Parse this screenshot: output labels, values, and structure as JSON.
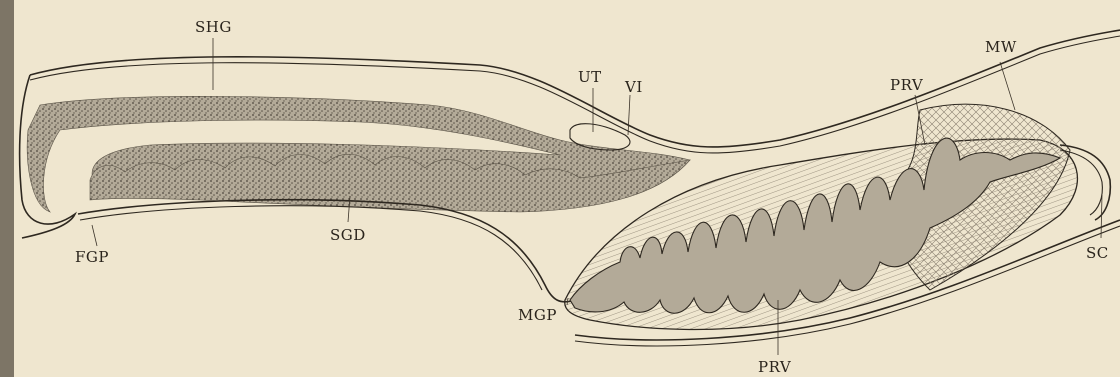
{
  "figure": {
    "labels": {
      "shg": "SHG",
      "ut": "UT",
      "vi": "VI",
      "mw": "MW",
      "prv_top": "PRV",
      "prv_bottom": "PRV",
      "sgd": "SGD",
      "fgp": "FGP",
      "mgp": "MGP",
      "sc": "SC"
    },
    "colors": {
      "paper": "#efe6cf",
      "ink": "#2e2820",
      "stipple": "#6b6355",
      "hatch": "#8a8070"
    }
  }
}
